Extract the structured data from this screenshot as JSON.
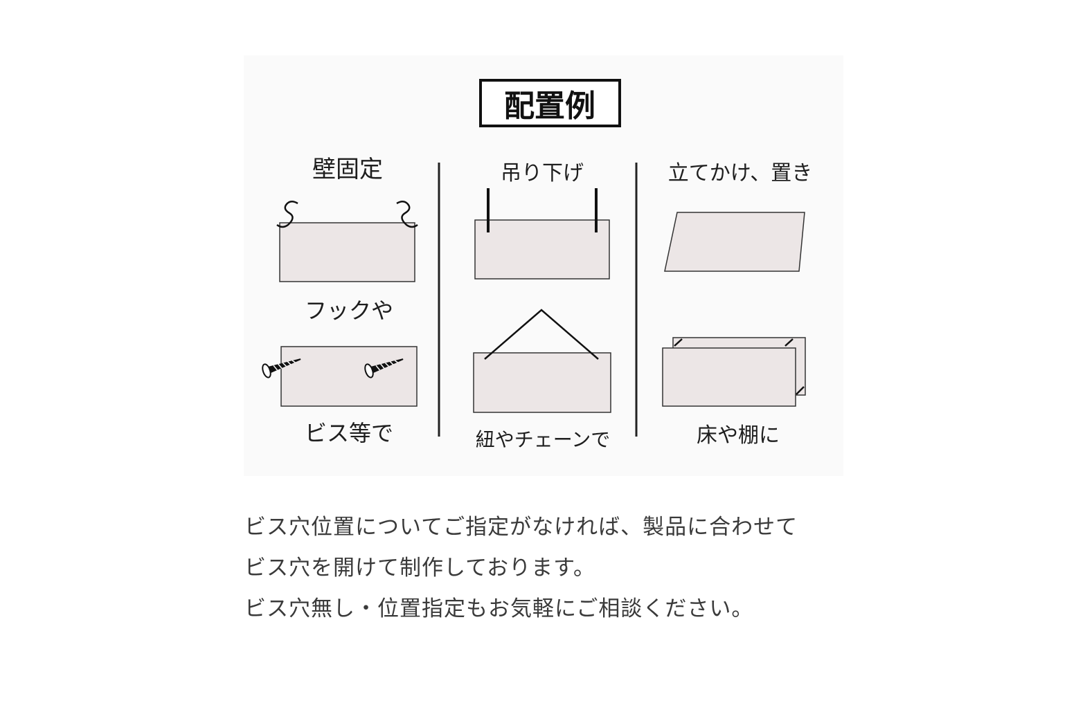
{
  "title": "配置例",
  "columns": [
    {
      "heading": "壁固定",
      "caption_1": "フックや",
      "caption_2": "ビス等で"
    },
    {
      "heading": "吊り下げ",
      "caption_1": "紐やチェーンで"
    },
    {
      "heading": "立てかけ、置き",
      "caption_1": "床や棚に"
    }
  ],
  "notes": [
    "ビス穴位置についてご指定がなければ、製品に合わせて",
    "ビス穴を開けて制作しております。",
    "ビス穴無し・位置指定もお気軽にご相談ください。"
  ],
  "colors": {
    "panel_background": "#fafafa",
    "board_fill": "#ece6e6",
    "ink": "#1e1e1e",
    "note_text": "#3a3a3a"
  }
}
